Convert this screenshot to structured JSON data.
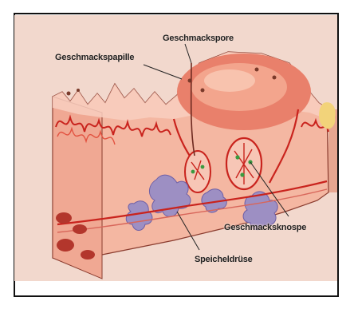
{
  "labels": {
    "geschmackspore": "Geschmackspore",
    "geschmackspapille": "Geschmackspapille",
    "geschmacksknospe": "Geschmacksknospe",
    "speicheldruese": "Speicheldrüse"
  },
  "colors": {
    "background": "#f2d8cd",
    "tissue": "#f4b7a2",
    "papilla": "#e9806b",
    "papilla_inner": "#f3a58d",
    "vessel_red": "#c9231d",
    "gland": "#9d8fc3",
    "bud_green": "#3a9a40",
    "border": "#111111"
  }
}
